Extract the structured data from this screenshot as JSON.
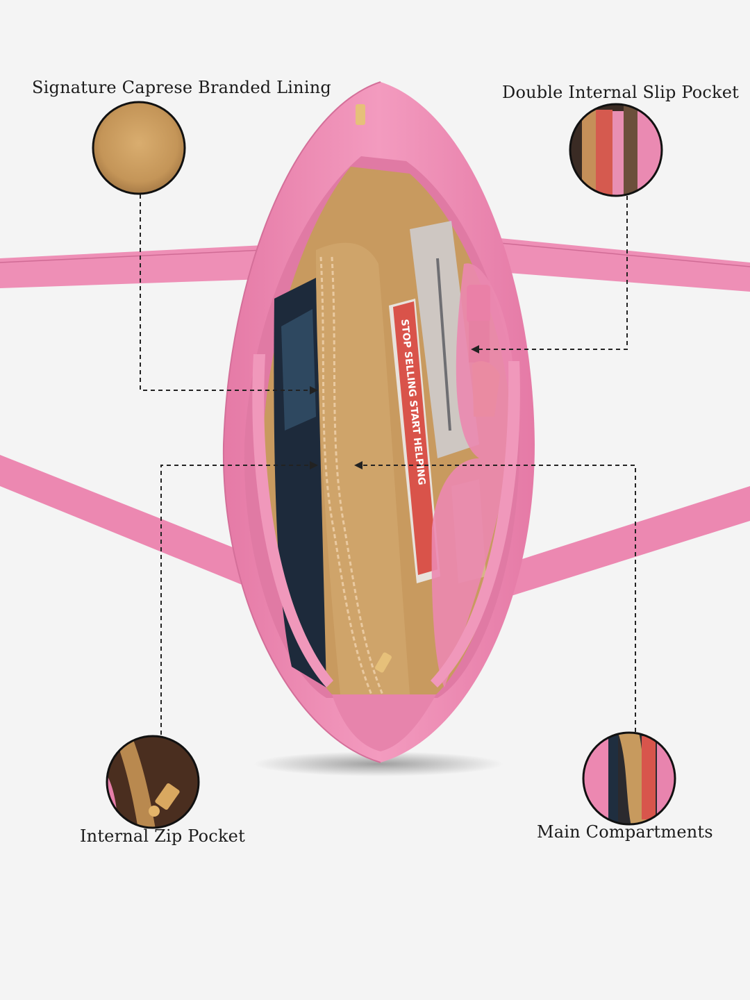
{
  "callouts": {
    "lining": {
      "label": "Signature Caprese Branded Lining"
    },
    "slip_pocket": {
      "label": "Double Internal Slip Pocket"
    },
    "zip_pocket": {
      "label": "Internal Zip Pocket"
    },
    "main_compartments": {
      "label": "Main Compartments"
    }
  },
  "book_spine_text": "STOP SELLING START HELPING",
  "colors": {
    "background": "#f4f4f4",
    "bag_pink": "#ec87b1",
    "lining_tan": "#c79a5e",
    "leader_line": "#222222"
  }
}
